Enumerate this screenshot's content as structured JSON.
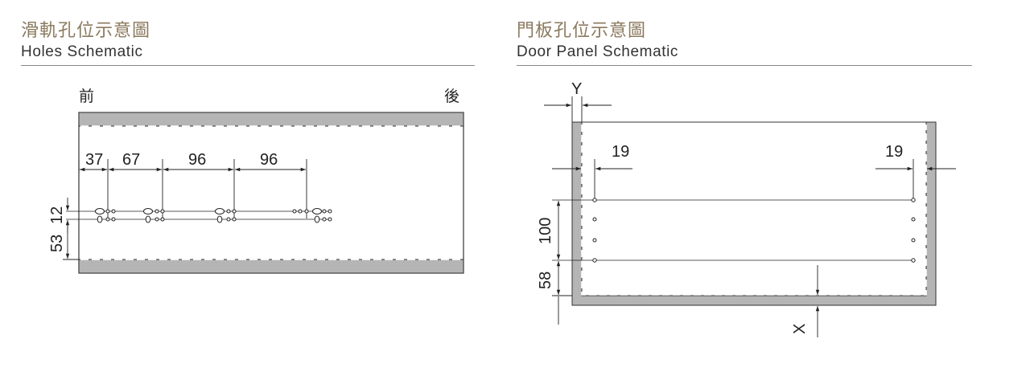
{
  "slide_panel": {
    "title_zh": "滑軌孔位示意圖",
    "title_en": "Holes Schematic",
    "front_label": "前",
    "rear_label": "後",
    "horizontal_dims": [
      "37",
      "67",
      "96",
      "96"
    ],
    "vertical_dims": [
      "12",
      "53"
    ]
  },
  "door_panel": {
    "title_zh": "門板孔位示意圖",
    "title_en": "Door Panel Schematic",
    "y_label": "Y",
    "x_label": "X",
    "left_offset": "19",
    "right_offset": "19",
    "vertical_dims": [
      "100",
      "58"
    ]
  },
  "colors": {
    "title_zh": "#8b7a5e",
    "rail_fill": "#b5b5b5",
    "line": "#222222"
  }
}
